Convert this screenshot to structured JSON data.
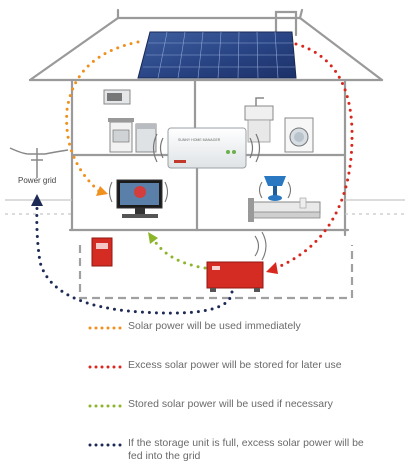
{
  "labels": {
    "power_grid": "Power grid",
    "device_label": "SUNNY HOME MANAGER"
  },
  "legend": [
    {
      "color": "#f0901e",
      "text": "Solar power will be used immediately"
    },
    {
      "color": "#d8281e",
      "text": "Excess solar power will be stored for later use"
    },
    {
      "color": "#8db52a",
      "text": "Stored solar power will be used if necessary"
    },
    {
      "color": "#1c2a55",
      "text": "If the storage unit is full, excess solar power will be fed into the grid"
    }
  ],
  "icons": [
    "solar-panel-icon",
    "stove-icon",
    "dishwasher-icon",
    "washing-machine-icon",
    "tv-icon",
    "lamp-icon",
    "bed-icon",
    "energy-manager-icon",
    "inverter-icon",
    "battery-icon",
    "utility-pole-icon"
  ]
}
